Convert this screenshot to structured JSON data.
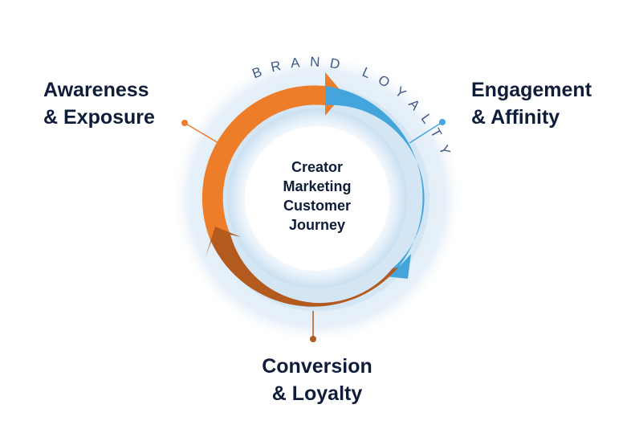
{
  "arc_text": "BRAND LOYALTY",
  "center": {
    "line1": "Creator",
    "line2": "Marketing",
    "line3": "Customer",
    "line4": "Journey"
  },
  "stages": {
    "awareness": {
      "line1": "Awareness",
      "line2": "& Exposure",
      "color": "#ee7d2a"
    },
    "engagement": {
      "line1": "Engagement",
      "line2": "& Affinity",
      "color": "#44a4dc"
    },
    "conversion": {
      "line1": "Conversion",
      "line2": "& Loyalty",
      "color": "#b35a1f"
    }
  },
  "colors": {
    "text": "#0f1d3a",
    "arc_text": "#3d5a88",
    "halo": "#dbeaf5",
    "inner_glow": "#cfe3f3"
  }
}
